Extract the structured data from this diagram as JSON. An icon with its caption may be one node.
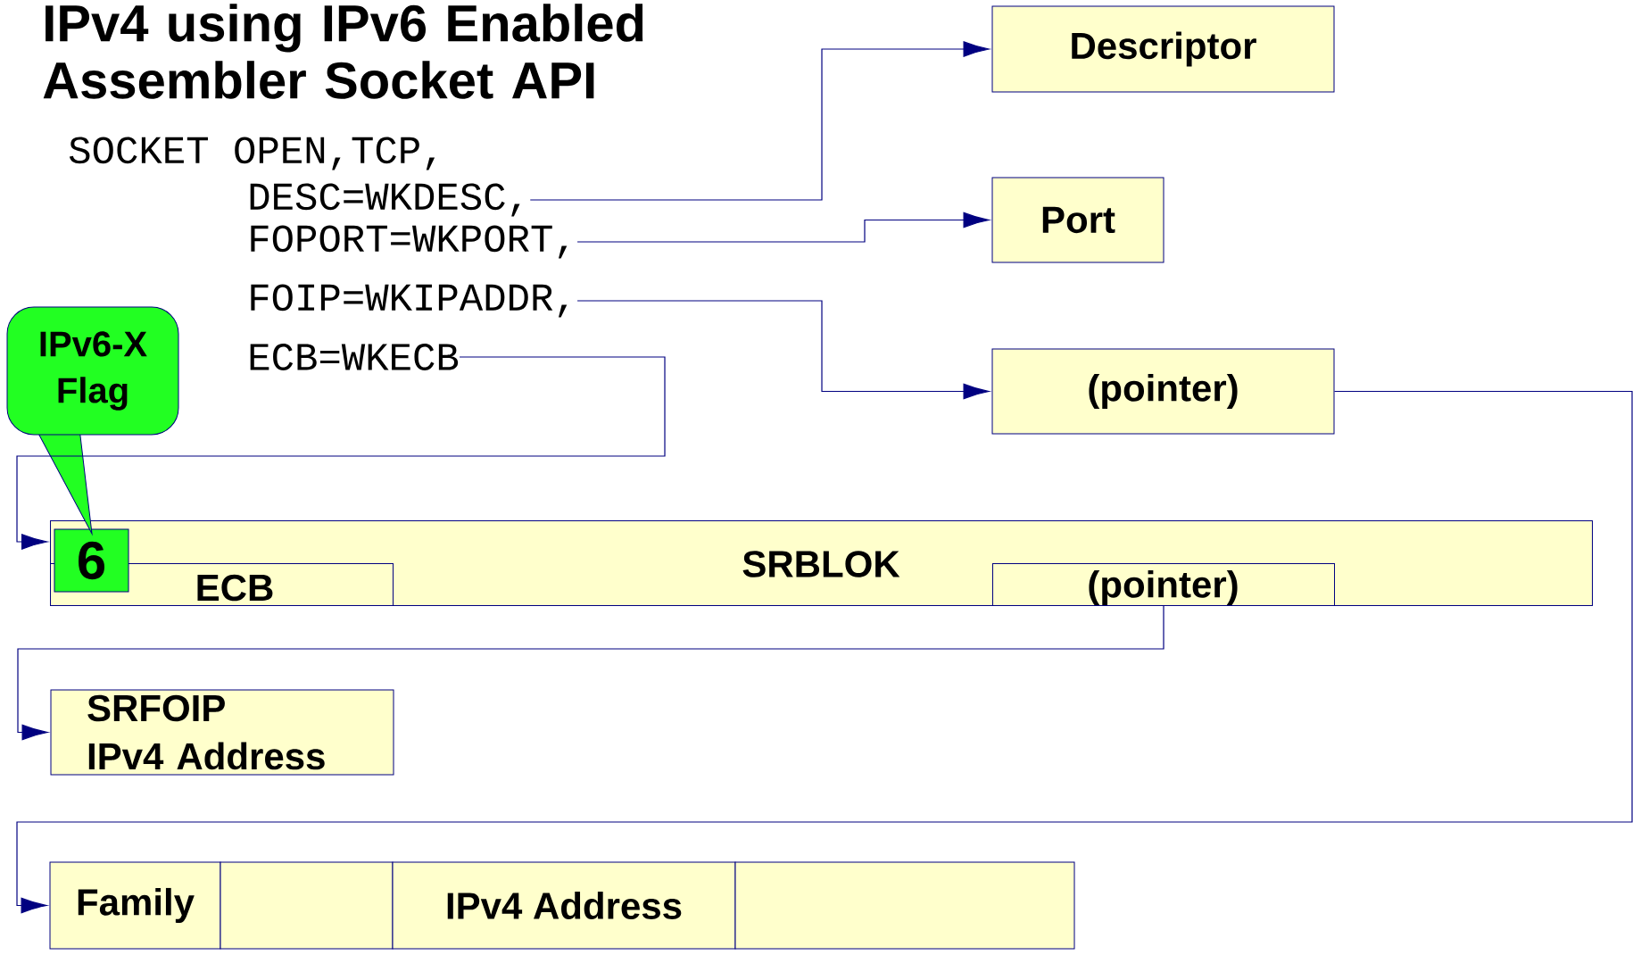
{
  "diagram": {
    "title": "IPv4 using IPv6 Enabled Assembler Socket API",
    "nodes": [
      {
        "text": [
          "DESC=WKDESC,"
        ]
      },
      {
        "text": [
          "FOPORT=WKPORT,"
        ]
      },
      {
        "text": [
          "FOIP=WKIPADDR,"
        ]
      },
      {
        "text": [
          "ECB=WKECB"
        ]
      },
      {
        "text": [
          "Descriptor"
        ]
      },
      {
        "text": [
          "Port"
        ]
      },
      {
        "text": [
          "(pointer)"
        ]
      },
      {
        "text": [
          "SRBLOK"
        ]
      },
      {
        "text": [
          "ECB"
        ],
        "in": 7
      },
      {
        "text": [
          "6"
        ],
        "in": 7
      },
      {
        "text": [
          "(pointer)"
        ],
        "in": 7
      },
      {
        "text": [
          "IPv6-X Flag"
        ]
      },
      {
        "text": [
          "SRFOIP",
          "IPv4 Address"
        ]
      },
      {
        "text": [
          "Family"
        ]
      },
      {
        "text": [],
        "shape": "box"
      },
      {
        "text": [
          "IPv4 Address"
        ]
      },
      {
        "text": [],
        "shape": "box"
      }
    ],
    "edges": [
      {
        "from": 0,
        "to": 4,
        "arrow": "to"
      },
      {
        "from": 1,
        "to": 5,
        "arrow": "to"
      },
      {
        "from": 2,
        "to": 6,
        "arrow": "to"
      },
      {
        "from": 3,
        "to": 7,
        "arrow": "to"
      },
      {
        "from": 10,
        "to": 12,
        "arrow": "to"
      },
      {
        "from": 6,
        "to": 13,
        "arrow": "to"
      }
    ],
    "labels": [
      "SOCKET OPEN,TCP,"
    ]
  }
}
